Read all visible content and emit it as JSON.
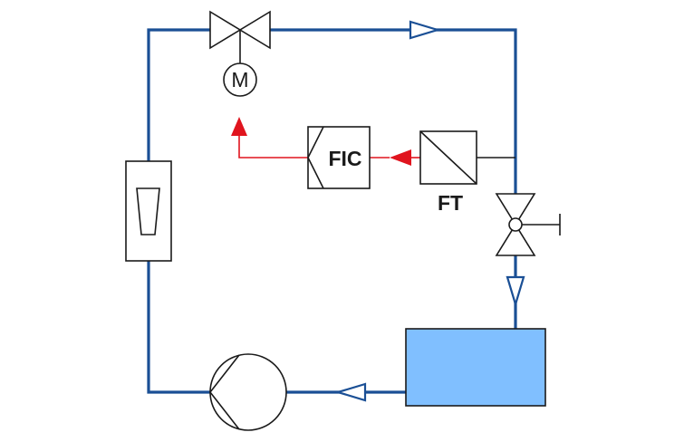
{
  "diagram": {
    "instrument_labels": {
      "flow_indicating_controller": "FIC",
      "flow_transmitter": "FT",
      "motor": "M"
    },
    "colors": {
      "process_line": "#1a4f95",
      "signal_line": "#e0141e",
      "tank_fill": "#80bfff",
      "symbol_stroke": "#1a1a1a"
    },
    "icons": {
      "pump": "centrifugal-pump-icon",
      "tank": "tank-icon",
      "rotameter": "rotameter-icon",
      "control_valve": "motor-operated-valve-icon",
      "manual_valve": "manual-valve-icon",
      "flow_arrow": "flow-arrow-icon"
    }
  }
}
